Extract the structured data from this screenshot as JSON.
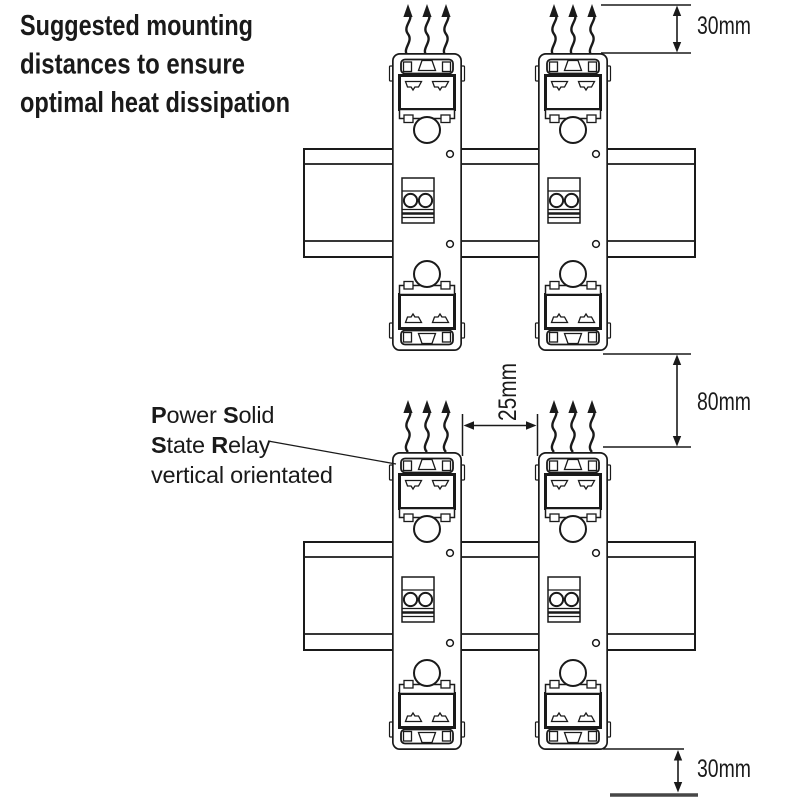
{
  "title": {
    "line1": "Suggested mounting",
    "line2": "distances to ensure",
    "line3": "optimal heat dissipation"
  },
  "annotations": {
    "top_spacing": "30mm",
    "row_spacing": "80mm",
    "column_spacing": "25mm",
    "bottom_spacing": "30mm"
  },
  "pssr": {
    "l1_b1": "P",
    "l1_r1": "ower ",
    "l1_b2": "S",
    "l1_r2": "olid",
    "l2_b1": "S",
    "l2_r1": "tate ",
    "l2_b2": "R",
    "l2_r2": "elay",
    "l3": "vertical orientated"
  },
  "colors": {
    "line": "#1a1a1a",
    "emphasis_baseline": "#474747",
    "background": "#ffffff"
  }
}
